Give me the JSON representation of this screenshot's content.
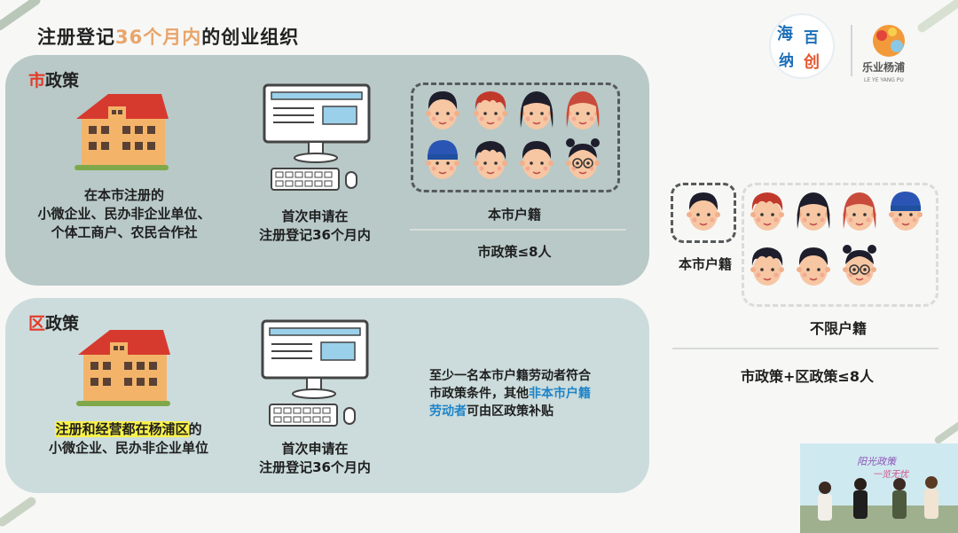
{
  "title": {
    "part1": "注册登记",
    "highlight": "36个月内",
    "part2": "的创业组织"
  },
  "logos": {
    "brand1": "海纳百创",
    "brand2": "乐业杨浦",
    "brand2_sub": "LE YE YANG PU"
  },
  "city_panel": {
    "label_red": "市",
    "label_rest": "政策",
    "house_caption": [
      "在本市注册的",
      "小微企业、民办非企业单位、",
      "个体工商户、农民合作社"
    ],
    "pc_caption": [
      "首次申请在",
      "注册登记36个月内"
    ],
    "faces_caption": "本市户籍",
    "limit": "市政策≤8人"
  },
  "district_panel": {
    "label_red": "区",
    "label_rest": "政策",
    "house_caption_highlight": "注册和经营都在杨浦区",
    "house_caption_tail": "的",
    "house_caption_line2": "小微企业、民办非企业单位",
    "pc_caption": [
      "首次申请在",
      "注册登记36个月内"
    ],
    "note_line1": "至少一名本市户籍劳动者符合",
    "note_line2_a": "市政策条件，其他",
    "note_line2_b": "非本市户籍",
    "note_line3_a": "劳动者",
    "note_line3_b": "可由区政策补贴"
  },
  "right_side": {
    "local_label": "本市户籍",
    "unlimited_label": "不限户籍",
    "combined_limit": "市政策+区政策≤8人"
  },
  "video": {
    "banner_line1": "阳光政策",
    "banner_line2": "一览无忧"
  }
}
